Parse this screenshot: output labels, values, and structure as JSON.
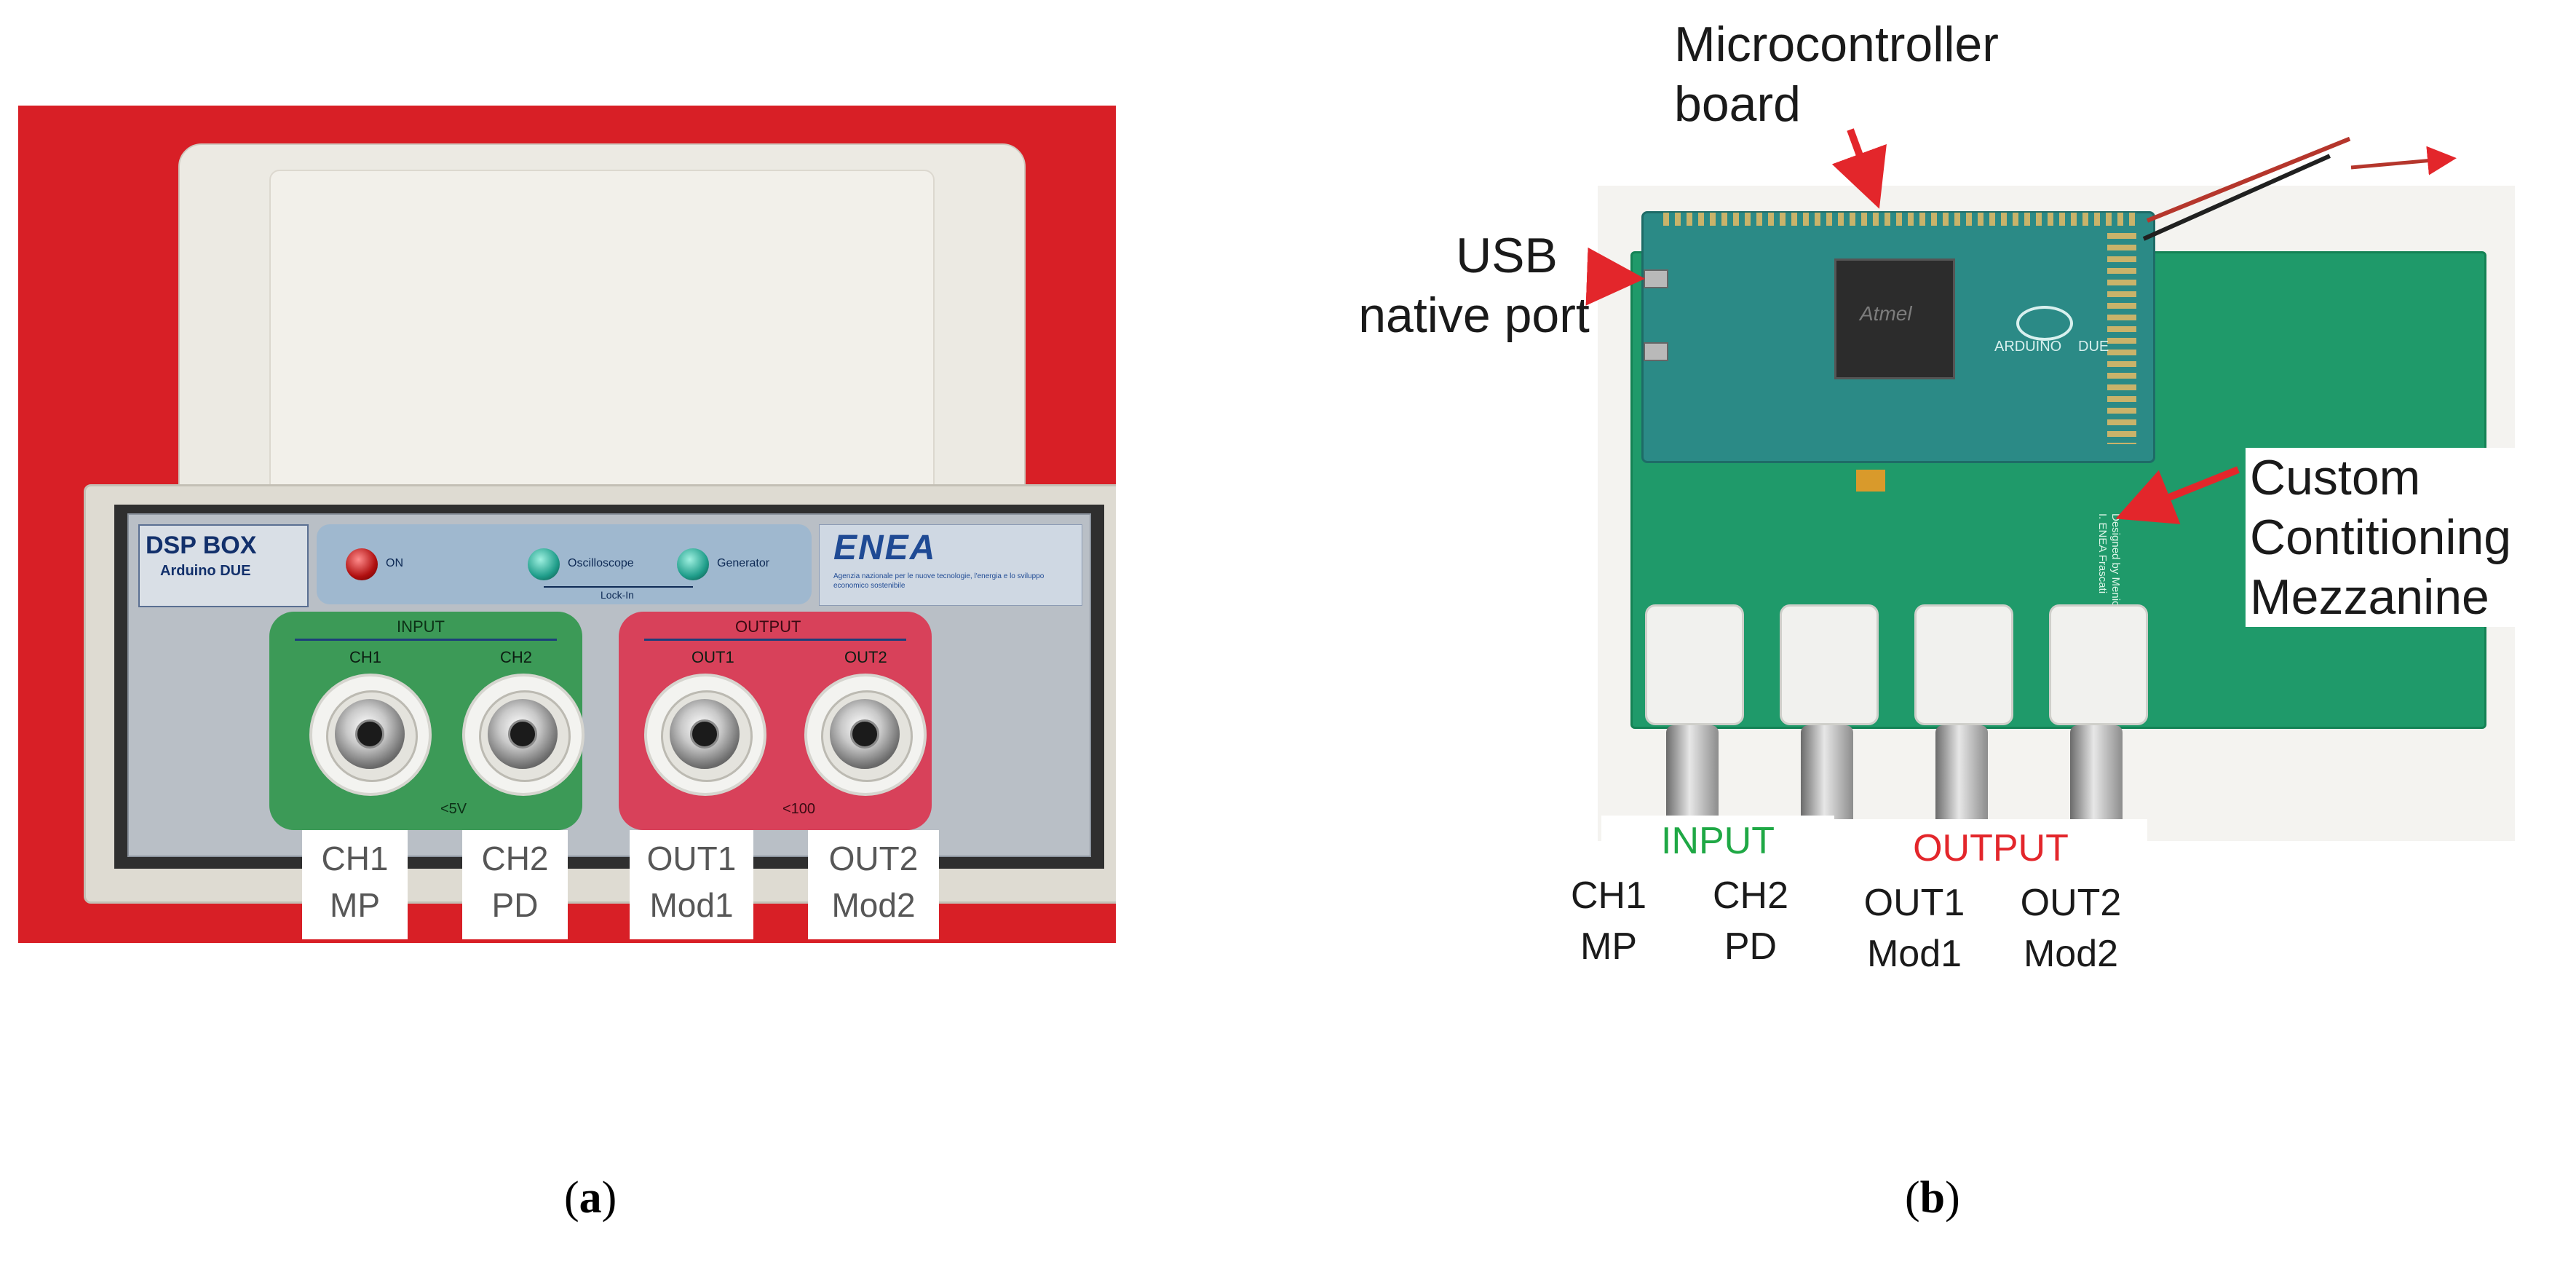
{
  "panel_a": {
    "device": {
      "title": "DSP BOX",
      "subtitle": "Arduino DUE",
      "leds": [
        {
          "label": "ON",
          "color": "#c21818"
        },
        {
          "label": "Oscilloscope",
          "color": "#1f9d8a"
        },
        {
          "label": "Generator",
          "color": "#1f9d8a"
        }
      ],
      "lockin_label": "Lock-In",
      "logo": "ENEA",
      "logo_text": "Agenzia nazionale per le nuove tecnologie, l'energia e lo sviluppo economico sostenibile",
      "input_panel": {
        "title": "INPUT",
        "channels": [
          "CH1",
          "CH2"
        ],
        "note": "<5V"
      },
      "output_panel": {
        "title": "OUTPUT",
        "channels": [
          "OUT1",
          "OUT2"
        ],
        "note": "<100"
      }
    },
    "connector_labels": [
      {
        "line1": "CH1",
        "line2": "MP"
      },
      {
        "line1": "CH2",
        "line2": "PD"
      },
      {
        "line1": "OUT1",
        "line2": "Mod1"
      },
      {
        "line1": "OUT2",
        "line2": "Mod2"
      }
    ]
  },
  "panel_b": {
    "callouts": {
      "microcontroller": [
        "Microcontroller",
        "board"
      ],
      "usb": [
        "USB",
        "native port"
      ],
      "mezzanine": [
        "Custom",
        "Contitioning",
        "Mezzanine"
      ]
    },
    "board_text": {
      "chip": "Atmel",
      "board_name": "ARDUINO",
      "board_model": "DUE",
      "designer": "Designed by Menicucci I. ENEA Frascati"
    },
    "input_title": "INPUT",
    "output_title": "OUTPUT",
    "connector_labels": [
      {
        "line1": "CH1",
        "line2": "MP"
      },
      {
        "line1": "CH2",
        "line2": "PD"
      },
      {
        "line1": "OUT1",
        "line2": "Mod1"
      },
      {
        "line1": "OUT2",
        "line2": "Mod2"
      }
    ],
    "colors": {
      "input": "#1fa845",
      "output": "#e3262b",
      "arrow": "#e3262b"
    }
  },
  "captions": {
    "a": {
      "open": "(",
      "letter": "a",
      "close": ")"
    },
    "b": {
      "open": "(",
      "letter": "b",
      "close": ")"
    }
  }
}
